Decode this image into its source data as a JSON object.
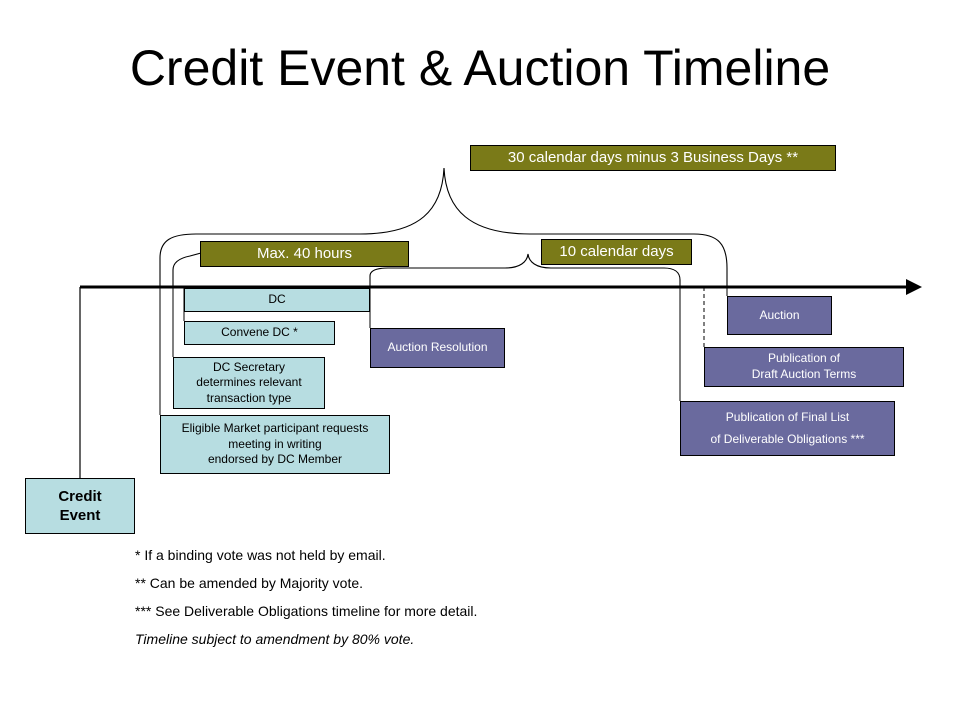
{
  "title": "Credit Event & Auction Timeline",
  "colors": {
    "light_box": "#b7dde1",
    "dark_box": "#6a6a9e",
    "olive_label": "#7a7a18"
  },
  "labels": {
    "total_period": "30 calendar days minus 3 Business Days **",
    "max_hours": "Max. 40 hours",
    "ten_days": "10 calendar days"
  },
  "boxes": {
    "dc": "DC",
    "convene_dc": "Convene DC *",
    "dc_secretary": "DC Secretary\ndetermines relevant\ntransaction type",
    "eligible_request": "Eligible Market participant requests\nmeeting in writing\nendorsed by DC Member",
    "auction_resolution": "Auction Resolution",
    "auction": "Auction",
    "publication_draft_terms": "Publication of\nDraft Auction Terms",
    "publication_final_list": "Publication of Final List\nof Deliverable Obligations ***",
    "credit_event": "Credit\nEvent"
  },
  "notes": [
    "* If a binding vote was not held by email.",
    "** Can be amended by Majority vote.",
    "*** See Deliverable Obligations timeline for more detail.",
    "Timeline subject to amendment by 80% vote."
  ]
}
